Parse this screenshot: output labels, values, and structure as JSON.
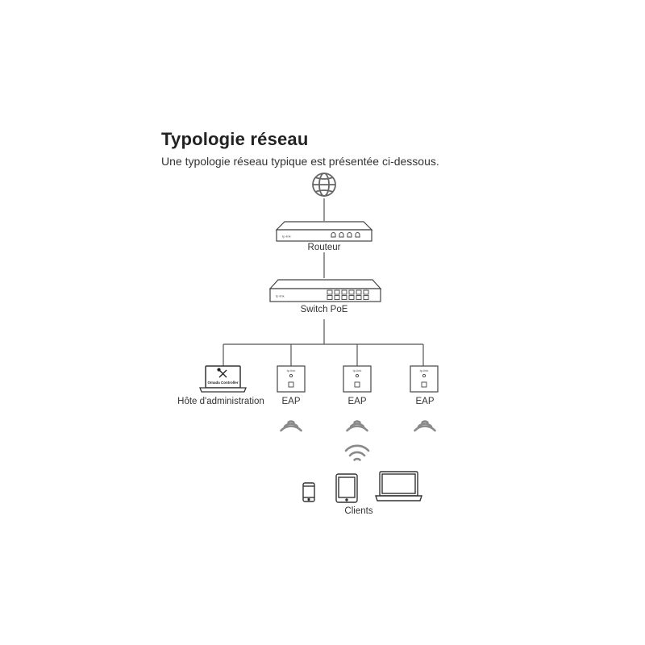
{
  "header": {
    "title": "Typologie réseau",
    "subtitle": "Une typologie réseau typique est présentée ci-dessous."
  },
  "nodes": {
    "internet": {
      "icon": "globe-icon"
    },
    "router": {
      "label": "Routeur",
      "brand": "tp-link",
      "icon": "router-icon"
    },
    "switch": {
      "label": "Switch PoE",
      "brand": "tp-link",
      "icon": "switch-icon"
    },
    "admin_host": {
      "label": "Hôte d'administration",
      "screen_text": "Omada Controller",
      "icon": "laptop-icon"
    },
    "eaps": [
      {
        "label": "EAP",
        "brand": "tp-link",
        "icon": "access-point-icon"
      },
      {
        "label": "EAP",
        "brand": "tp-link",
        "icon": "access-point-icon"
      },
      {
        "label": "EAP",
        "brand": "tp-link",
        "icon": "access-point-icon"
      }
    ],
    "clients": {
      "label": "Clients",
      "devices": [
        "phone-icon",
        "tablet-icon",
        "laptop-icon"
      ]
    }
  },
  "colors": {
    "line": "#555555",
    "icon": "#444444",
    "wifi": "#8a8a8a"
  }
}
